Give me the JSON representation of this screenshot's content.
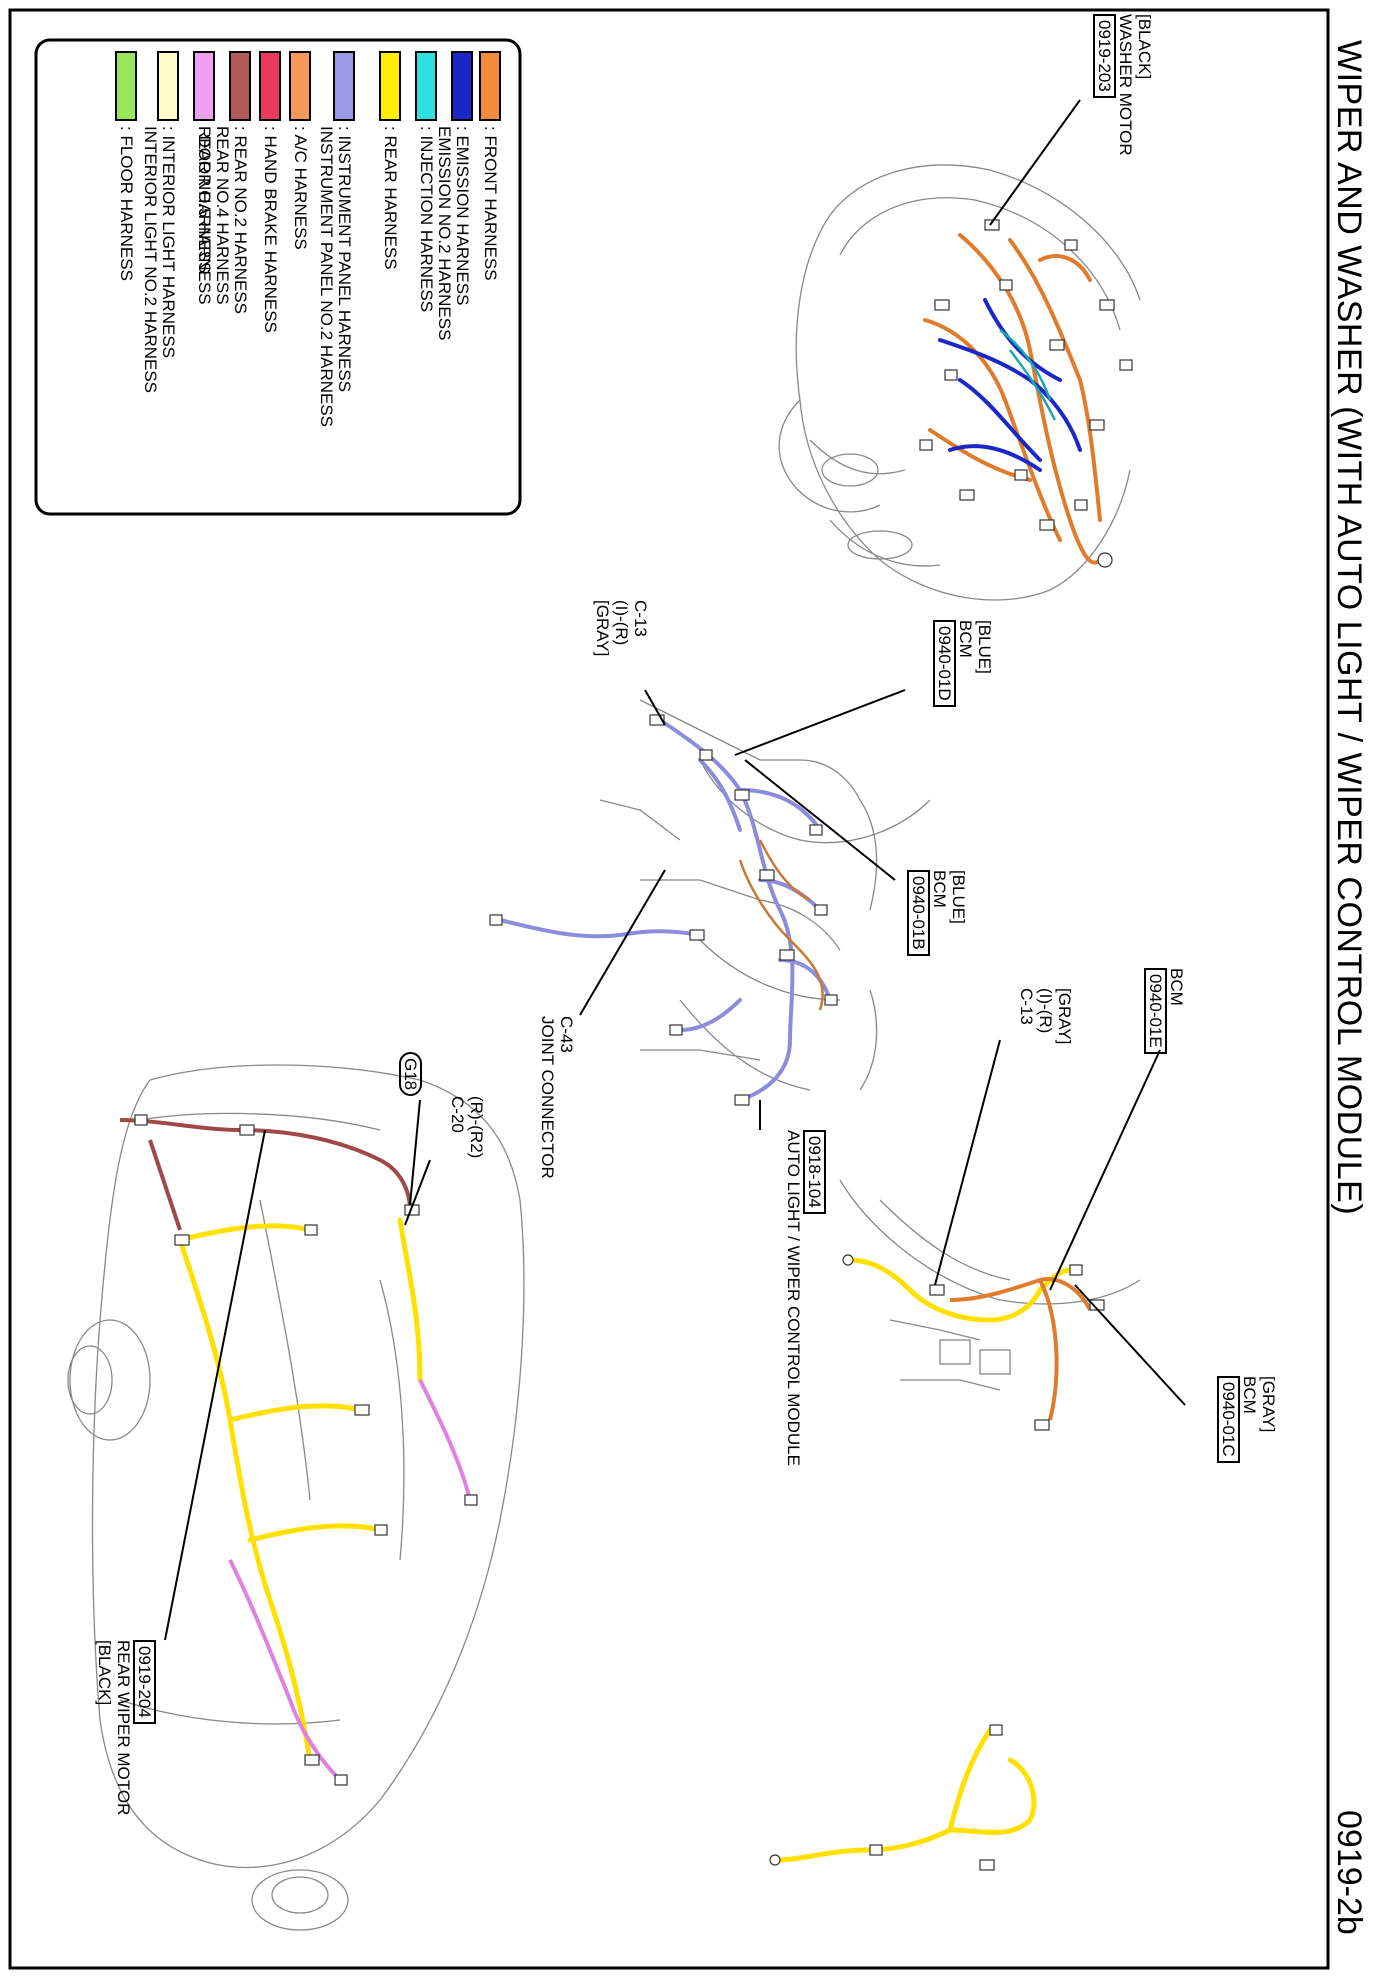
{
  "page": {
    "title": "WIPER AND WASHER (WITH AUTO LIGHT / WIPER CONTROL MODULE)",
    "page_number": "0919-2b"
  },
  "legend": [
    {
      "lines": [
        ": FRONT HARNESS"
      ],
      "color": "#f08c3c"
    },
    {
      "lines": [
        ": EMISSION HARNESS",
        "EMISSION NO.2 HARNESS"
      ],
      "color": "#1a28c8"
    },
    {
      "lines": [
        ": INJECTION HARNESS"
      ],
      "color": "#2ee0e0"
    },
    {
      "lines": [
        ": REAR HARNESS"
      ],
      "color": "#ffee00"
    },
    {
      "lines": [
        ": INSTRUMENT PANEL HARNESS",
        "INSTRUMENT PANEL NO.2 HARNESS"
      ],
      "color": "#9a9ae6"
    },
    {
      "lines": [
        ": A/C HARNESS"
      ],
      "color": "#f59a5a"
    },
    {
      "lines": [
        ": HAND BRAKE HARNESS"
      ],
      "color": "#e83a5a"
    },
    {
      "lines": [
        ": REAR NO.2 HARNESS",
        "REAR NO.4 HARNESS",
        "REAR NO.5 HARNESS"
      ],
      "color": "#b05a5a"
    },
    {
      "lines": [
        ": DOOR HARNESS"
      ],
      "color": "#f0a0f0"
    },
    {
      "lines": [
        ": INTERIOR LIGHT HARNESS",
        "INTERIOR LIGHT NO.2 HARNESS"
      ],
      "color": "#fffcc8"
    },
    {
      "lines": [
        ": FLOOR HARNESS"
      ],
      "color": "#9ae65a"
    }
  ],
  "callouts": {
    "washer_motor": {
      "color": "[BLACK]",
      "name": "WASHER MOTOR",
      "code": "0919-203"
    },
    "bcm_01d": {
      "color": "[BLUE]",
      "name": "BCM",
      "code": "0940-01D"
    },
    "c13_left": {
      "name": "C-13",
      "pins": "(I)-(R)",
      "color": "[GRAY]"
    },
    "bcm_01b": {
      "color": "[BLUE]",
      "name": "BCM",
      "code": "0940-01B"
    },
    "c43": {
      "name": "C-43",
      "desc": "JOINT CONNECTOR"
    },
    "bcm_01e": {
      "name": "BCM",
      "code": "0940-01E"
    },
    "c13_right": {
      "color": "[GRAY]",
      "pins": "(I)-(R)",
      "name": "C-13"
    },
    "bcm_01c": {
      "color": "[GRAY]",
      "name": "BCM",
      "code": "0940-01C"
    },
    "auto_light": {
      "code": "0918-104",
      "name": "AUTO LIGHT / WIPER CONTROL MODULE"
    },
    "g18": {
      "name": "G18"
    },
    "c20": {
      "pins": "(R)-(R2)",
      "name": "C-20"
    },
    "rear_wiper": {
      "code": "0919-204",
      "name": "REAR WIPER MOTOR",
      "color": "[BLACK]"
    }
  }
}
